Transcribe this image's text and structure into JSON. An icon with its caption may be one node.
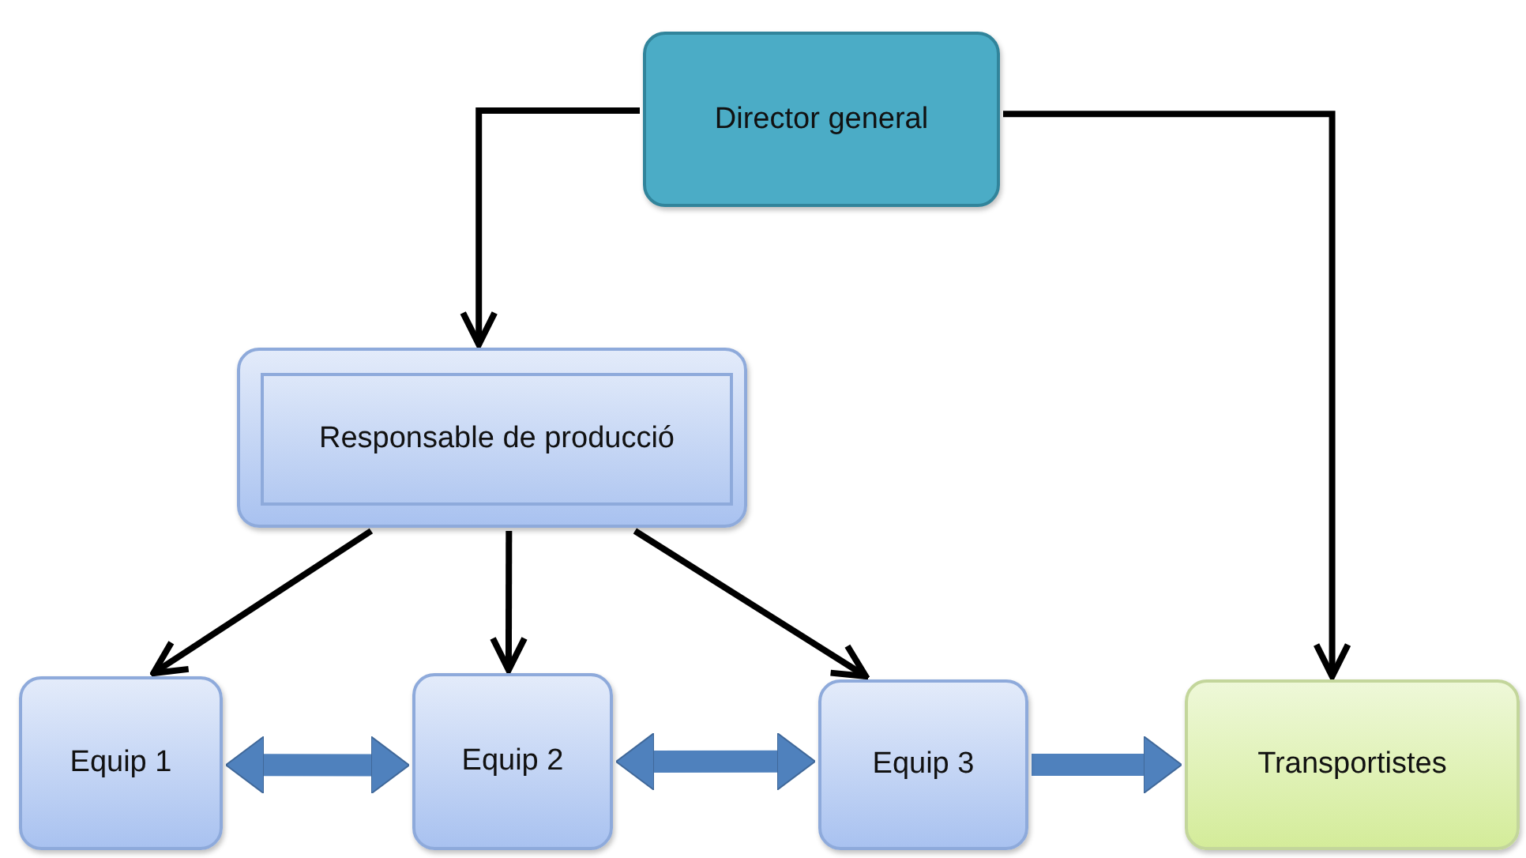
{
  "diagram": {
    "nodes": [
      {
        "text": [
          "Director general"
        ]
      },
      {
        "text": [
          "Responsable de producció"
        ]
      },
      {
        "text": [
          "Equip 1"
        ]
      },
      {
        "text": [
          "Equip 2"
        ]
      },
      {
        "text": [
          "Equip 3"
        ]
      },
      {
        "text": [
          "Transportistes"
        ]
      }
    ],
    "edges": [
      {
        "from": 0,
        "to": 1,
        "arrow": "to"
      },
      {
        "from": 0,
        "to": 5,
        "arrow": "to"
      },
      {
        "from": 1,
        "to": 2,
        "arrow": "to"
      },
      {
        "from": 1,
        "to": 3,
        "arrow": "to"
      },
      {
        "from": 1,
        "to": 4,
        "arrow": "to"
      },
      {
        "from": 2,
        "to": 3,
        "arrow": "both",
        "style": "thick",
        "color": "#4f81bd"
      },
      {
        "from": 3,
        "to": 4,
        "arrow": "both",
        "style": "thick",
        "color": "#4f81bd"
      },
      {
        "from": 4,
        "to": 5,
        "arrow": "to",
        "style": "thick",
        "color": "#4f81bd"
      }
    ]
  }
}
